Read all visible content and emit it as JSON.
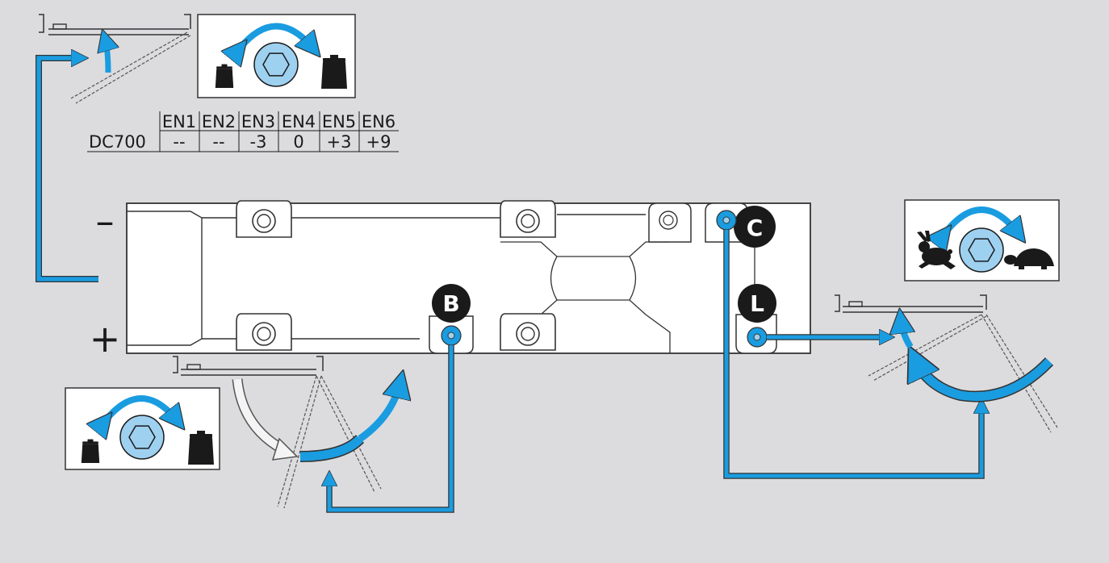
{
  "diagram": {
    "signs": {
      "minus": "–",
      "plus": "+"
    },
    "valves": {
      "b": "B",
      "c": "C",
      "l": "L"
    },
    "adjustment_table": {
      "headers": [
        "",
        "EN1",
        "EN2",
        "EN3",
        "EN4",
        "EN5",
        "EN6"
      ],
      "row_label": "DC700",
      "values": [
        "--",
        "--",
        "-3",
        "0",
        "+3",
        "+9"
      ]
    },
    "icons": {
      "weight_small": "weight-icon",
      "weight_large": "weight-icon",
      "hex_adjuster": "hex-screw-icon",
      "rabbit": "rabbit-icon",
      "turtle": "turtle-icon"
    },
    "colors": {
      "accent_blue": "#1a9ce0",
      "light_blue": "#9ed0f0",
      "background": "#dcdcdf",
      "outline": "#333333"
    }
  }
}
